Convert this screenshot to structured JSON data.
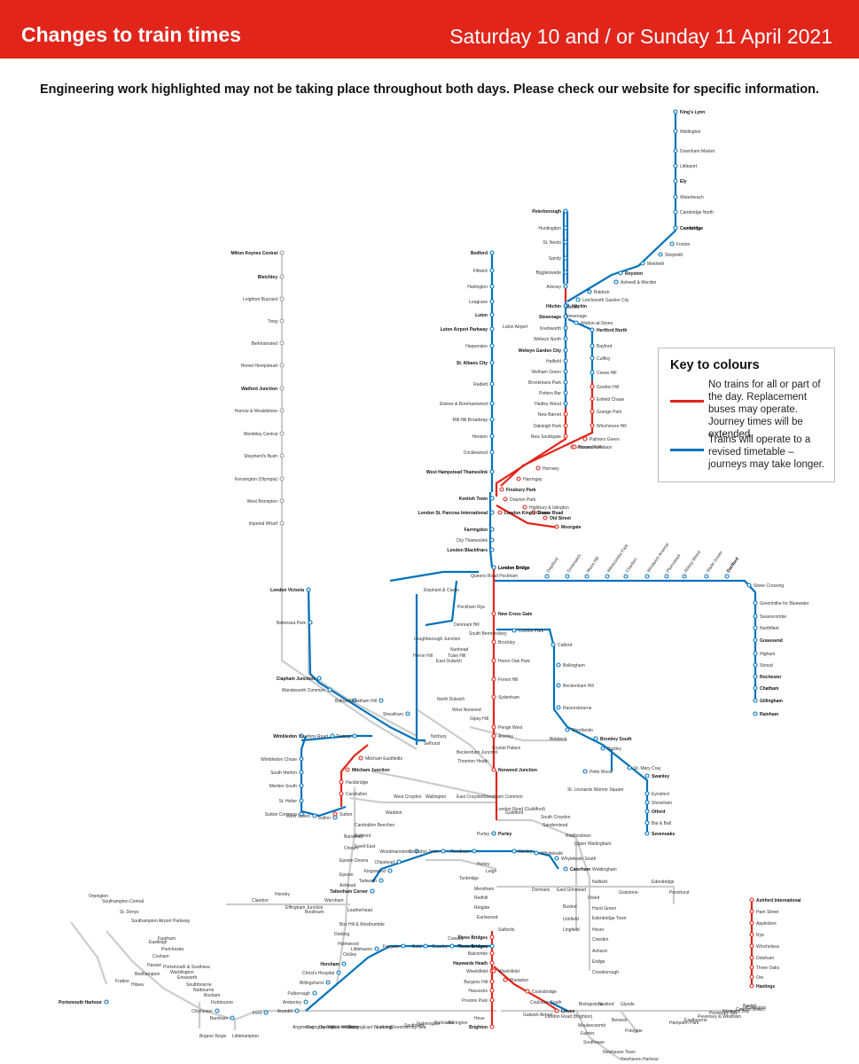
{
  "header": {
    "title": "Changes to train times",
    "date": "Saturday 10 and / or Sunday 11 April 2021",
    "notice": "Engineering work highlighted may not be taking place throughout both days. Please check our website for specific information."
  },
  "key": {
    "title": "Key to colours",
    "red_text": "No trains for all or part of the day. Replacement buses may operate. Journey times will be extended.",
    "blue_text": "Trains will operate to a revised timetable – journeys may take longer."
  },
  "colors": {
    "red": "#e1251b",
    "blue": "#0072bc",
    "grey": "#cccccc",
    "header": "#e1251b"
  },
  "lines": [
    {
      "id": "kings-lynn-cambridge",
      "status": "revised",
      "stations": [
        "King's Lynn",
        "Watlington",
        "Downham Market",
        "Littleport",
        "Ely",
        "Waterbeach",
        "Cambridge North",
        "Cambridge"
      ]
    },
    {
      "id": "cambridge-hitchin",
      "status": "revised",
      "stations": [
        "Cambridge",
        "Foxton",
        "Shepreth",
        "Meldreth",
        "Royston",
        "Ashwell & Morden",
        "Baldock",
        "Letchworth Garden City",
        "Hitchin"
      ]
    },
    {
      "id": "peterborough-hitchin",
      "status": "revised",
      "stations": [
        "Peterborough",
        "Huntingdon",
        "St. Neots",
        "Sandy",
        "Biggleswade",
        "Arlesey",
        "Hitchin"
      ]
    },
    {
      "id": "ecml-inner",
      "status": "revised",
      "stations": [
        "Stevenage",
        "Knebworth",
        "Welwyn North",
        "Welwyn Garden City",
        "Hatfield",
        "Welham Green",
        "Brookmans Park",
        "Potters Bar",
        "Hadley Wood"
      ]
    },
    {
      "id": "ecml-closed",
      "status": "closed",
      "stations": [
        "New Barnet",
        "Oakleigh Park",
        "New Southgate",
        "Alexandra Palace",
        "Hornsey",
        "Harringay",
        "Finsbury Park",
        "London King's Cross"
      ]
    },
    {
      "id": "hertford-loop",
      "status": "revised",
      "stations": [
        "Watton-at-Stone",
        "Hertford North",
        "Bayford",
        "Cuffley",
        "Crews Hill"
      ]
    },
    {
      "id": "hertford-loop-closed",
      "status": "closed",
      "stations": [
        "Gordon Hill",
        "Enfield Chase",
        "Grange Park",
        "Winchmore Hill",
        "Palmers Green",
        "Bowes Park"
      ]
    },
    {
      "id": "northern-city",
      "status": "closed",
      "stations": [
        "Drayton Park",
        "Highbury & Islington",
        "Essex Road",
        "Old Street",
        "Moorgate"
      ]
    },
    {
      "id": "thameslink-north",
      "status": "revised",
      "stations": [
        "Bedford",
        "Flitwick",
        "Harlington",
        "Leagrave",
        "Luton",
        "Luton Airport Parkway",
        "Harpenden",
        "St. Albans City",
        "Radlett",
        "Elstree & Borehamwood",
        "Mill Hill Broadway",
        "Hendon",
        "Cricklewood",
        "West Hampstead Thameslink",
        "Kentish Town",
        "London St. Pancras International",
        "Farringdon",
        "City Thameslink",
        "London Blackfriars"
      ]
    },
    {
      "id": "wcml",
      "status": "open",
      "stations": [
        "Milton Keynes Central",
        "Bletchley",
        "Leighton Buzzard",
        "Tring",
        "Berkhamsted",
        "Hemel Hempstead",
        "Watford Junction",
        "Harrow & Wealdstone",
        "Wembley Central",
        "Shepherd's Bush",
        "Kensington (Olympia)",
        "West Brompton",
        "Imperial Wharf"
      ]
    },
    {
      "id": "brighton-mainline-closed",
      "status": "closed",
      "stations": [
        "London Bridge",
        "New Cross Gate",
        "Brockley",
        "Honor Oak Park",
        "Forest Hill",
        "Sydenham",
        "Penge West",
        "Anerley",
        "Norwood Junction"
      ]
    },
    {
      "id": "brighton-mainline-south",
      "status": "closed",
      "stations": [
        "Three Bridges",
        "Balcombe",
        "Haywards Heath",
        "Wivelsfield",
        "Burgess Hill",
        "Hassocks",
        "Preston Park",
        "Brighton"
      ]
    },
    {
      "id": "lewes-branch",
      "status": "closed",
      "stations": [
        "Wivelsfield",
        "Plumpton",
        "Cooksbridge",
        "Lewes"
      ]
    },
    {
      "id": "coastway-east-closed",
      "status": "closed",
      "stations": [
        "Ashford International",
        "Ham Street",
        "Appledore",
        "Rye",
        "Winchelsea",
        "Doleham",
        "Three Oaks",
        "Ore",
        "Hastings"
      ]
    },
    {
      "id": "north-kent",
      "status": "revised",
      "stations": [
        "London Bridge",
        "Deptford",
        "Greenwich",
        "Maze Hill",
        "Westcombe Park",
        "Charlton",
        "Woolwich Arsenal",
        "Plumstead",
        "Abbey Wood",
        "Slade Green",
        "Dartford",
        "Stone Crossing",
        "Greenhithe for Bluewater",
        "Swanscombe",
        "Northfleet",
        "Gravesend",
        "Higham",
        "Strood",
        "Rochester",
        "Chatham",
        "Gillingham",
        "Rainham"
      ]
    },
    {
      "id": "victoria-sutton",
      "status": "revised",
      "stations": [
        "London Victoria",
        "Battersea Park",
        "Clapham Junction",
        "Wandsworth Common",
        "Balham",
        "Streatham Hill",
        "Streatham",
        "Tooting",
        "Haydons Road",
        "Wimbledon",
        "Wimbledon Chase",
        "South Merton",
        "Morden South",
        "St. Helier",
        "Sutton Common",
        "West Sutton",
        "Sutton"
      ]
    },
    {
      "id": "mitcham-closed",
      "status": "closed",
      "stations": [
        "Mitcham Eastfields",
        "Mitcham Junction",
        "Hackbridge",
        "Carshalton",
        "Sutton"
      ]
    },
    {
      "id": "coastway-west",
      "status": "revised",
      "stations": [
        "Three Bridges",
        "Crawley",
        "Ifield",
        "Faygate",
        "Littlehaven",
        "Horsham",
        "Christ's Hospital",
        "Billingshurst",
        "Pulborough",
        "Amberley",
        "Arundel",
        "Ford",
        "Barnham",
        "Chichester",
        "Portsmouth Harbour"
      ]
    },
    {
      "id": "caterham",
      "status": "revised",
      "stations": [
        "Purley",
        "Kenley",
        "Whyteleafe",
        "Whyteleafe South",
        "Caterham"
      ]
    },
    {
      "id": "tattenham",
      "status": "revised",
      "stations": [
        "Purley",
        "Reedham",
        "Coulsdon Town",
        "Woodmansterne",
        "Chipstead",
        "Kingswood",
        "Tadworth",
        "Tattenham Corner"
      ]
    },
    {
      "id": "bromley-sevenoaks",
      "status": "revised",
      "stations": [
        "Crofton Park",
        "Catford",
        "Bellingham",
        "Beckenham Hill",
        "Ravensbourne",
        "Shortlands",
        "Bromley South",
        "Bickley",
        "Petts Wood",
        "St. Mary Cray",
        "Swanley",
        "Eynsford",
        "Shoreham",
        "Otford",
        "Bat & Ball",
        "Sevenoaks"
      ]
    }
  ],
  "other_labels": [
    "Luton Airport",
    "Elephant & Castle",
    "Loughborough Junction",
    "Herne Hill",
    "Tulse Hill",
    "Denmark Hill",
    "Peckham Rye",
    "Queens Road Peckham",
    "South Bermondsey",
    "Nunhead",
    "East Dulwich",
    "North Dulwich",
    "West Norwood",
    "Gipsy Hill",
    "Crystal Palace",
    "Birkbeck",
    "Beckenham Junction",
    "Thornton Heath",
    "Selhurst",
    "Norbury",
    "Streatham Common",
    "East Croydon",
    "West Croydon",
    "Wallington",
    "Waddon",
    "Carshalton Beeches",
    "Belmont",
    "Banstead",
    "Cheam",
    "Ewell East",
    "Epsom Downs",
    "Epsom",
    "Ashtead",
    "Leatherhead",
    "Box Hill & Westhumble",
    "Dorking",
    "Holmwood",
    "Ockley",
    "Warnham",
    "Bookham",
    "Effingham Junction",
    "Horsley",
    "Clandon",
    "London Road (Guildford)",
    "Guildford",
    "South Croydon",
    "Sanderstead",
    "Riddlesdown",
    "Upper Warlingham",
    "Woldingham",
    "Oxted",
    "Hurst Green",
    "Edenbridge Town",
    "Hever",
    "Cowden",
    "Ashurst",
    "Eridge",
    "Crowborough",
    "Buxted",
    "Uckfield",
    "Lingfield",
    "Dormans",
    "East Grinstead",
    "Nutfield",
    "Godstone",
    "Edenbridge",
    "Penshurst",
    "Leigh",
    "Tonbridge",
    "Merstham",
    "Redhill",
    "Reigate",
    "Earlswood",
    "Salfords",
    "Horley",
    "Gatwick Airport",
    "Coulsdon South",
    "London Road (Brighton)",
    "Moulsecoomb",
    "Falmer",
    "Southease",
    "Newhaven Town",
    "Newhaven Harbour",
    "Bishopstone",
    "Seaford",
    "Glynde",
    "Berwick",
    "Polegate",
    "Hampden Park",
    "Eastbourne",
    "Pevensey & Westham",
    "Pevensey Bay",
    "Normans Bay",
    "Cooden Beach",
    "Collington",
    "Bexhill",
    "St. Leonards Warrior Square",
    "Orpington",
    "Southampton Central",
    "St. Denys",
    "Southampton Airport Parkway",
    "Eastleigh",
    "Fareham",
    "Portchester",
    "Cosham",
    "Havant",
    "Bedhampton",
    "Hilsea",
    "Fratton",
    "Portsmouth & Southsea",
    "Warblington",
    "Emsworth",
    "Southbourne",
    "Nutbourne",
    "Bosham",
    "Fishbourne",
    "Bognor Regis",
    "Littlehampton",
    "Angmering",
    "Goring-by-Sea",
    "Durrington-on-Sea",
    "West Worthing",
    "Worthing",
    "East Worthing",
    "Lancing",
    "Shoreham-by-Sea",
    "Southwick",
    "Fishersgate",
    "Portslade",
    "Aldrington",
    "Hove",
    "Crawley",
    "Hitchin",
    "Stevenage"
  ]
}
